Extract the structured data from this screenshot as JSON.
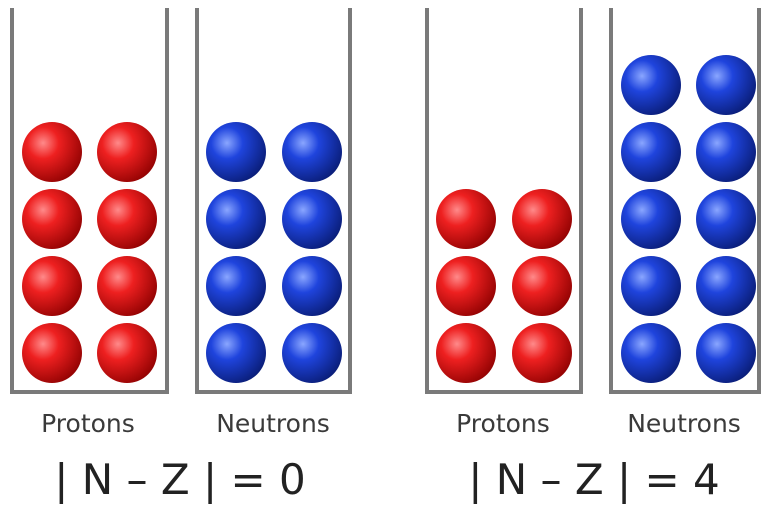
{
  "colors": {
    "proton": "#e8141c",
    "neutron": "#1a3bd4",
    "wall": "#7a7a7a"
  },
  "groups": [
    {
      "proton_label": "Protons",
      "neutron_label": "Neutrons",
      "protons": 8,
      "neutrons": 8,
      "equation": "| N – Z | = 0"
    },
    {
      "proton_label": "Protons",
      "neutron_label": "Neutrons",
      "protons": 6,
      "neutrons": 10,
      "equation": "| N – Z | = 4"
    }
  ]
}
